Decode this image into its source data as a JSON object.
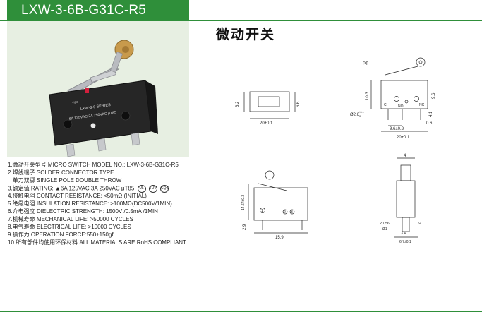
{
  "header": {
    "model_title": "LXW-3-6B-G31C-R5"
  },
  "cn_title": "微动开关",
  "photo": {
    "brand": "YIBO",
    "series": "LXW-3-6 SERIES",
    "rating": "6A 125VAC 3A 250VAC μT85"
  },
  "specs": [
    {
      "label_cn": "1.微动开关型号",
      "text": "MICRO SWITCH MODEL NO.: LXW-3-6B-G31C-R5"
    },
    {
      "label_cn": "2.焊线端子",
      "text": "SOLDER CONNECTOR TYPE"
    },
    {
      "label_cn": "单刀双掷",
      "text": "SINGLE POLE DOUBLE THROW"
    },
    {
      "label_cn": "3.额定值",
      "text": "RATING: ▲6A 125VAC 3A 250VAC μT85"
    },
    {
      "label_cn": "4.接触电阻",
      "text": "CONTACT RESISTANCE: <50mΩ (INITIAL)"
    },
    {
      "label_cn": "5.绝缘电阻",
      "text": "INSULATION RESISTANCE: ≥100MΩ(DC500V/1MIN)"
    },
    {
      "label_cn": "6.介电强度",
      "text": "DIELECTRIC STRENGTH: 1500V /0.5mA /1MIN"
    },
    {
      "label_cn": "7.机械寿命",
      "text": "MECHANICAL LIFE: >50000 CYCLES"
    },
    {
      "label_cn": "8.电气寿命",
      "text": "ELECTRICAL LIFE: >10000 CYCLES"
    },
    {
      "label_cn": "9.操作力",
      "text": "OPERATION FORCE:550±150gf"
    },
    {
      "label_cn": "10.所有部件均使用环保材料",
      "text": "ALL MATERIALS ARE RoHS COMPLIANT"
    }
  ],
  "certs": {
    "ul": "UL",
    "tuv": "TÜV",
    "cqc": "CQC"
  },
  "drawing1": {
    "pt": "PT",
    "h_6_2": "6.2",
    "h_6_6": "6.6",
    "w_20": "20±0.1",
    "h_10_3": "10.3",
    "h_9_6": "9.6",
    "dia": "Ø2.6",
    "tol1": "+0.1",
    "tol2": "0",
    "w_9_6": "9.6±0.3",
    "w_20b": "20±0.1",
    "v_4_1": "4.1",
    "v_0_6": "0.6",
    "c": "C",
    "no": "NO",
    "nc": "NC"
  },
  "drawing2": {
    "w_2_9": "2.9",
    "w_15_9": "15.9",
    "h_14": "14.67±0.3",
    "w_4": "4",
    "dia_1_56": "Ø1.56",
    "dia_1": "Ø1",
    "w_3_4": "3.4",
    "w_6_7": "6.7±0.1",
    "h_2": "2",
    "pin1": "1",
    "pin2": "2",
    "pin3": "3"
  }
}
